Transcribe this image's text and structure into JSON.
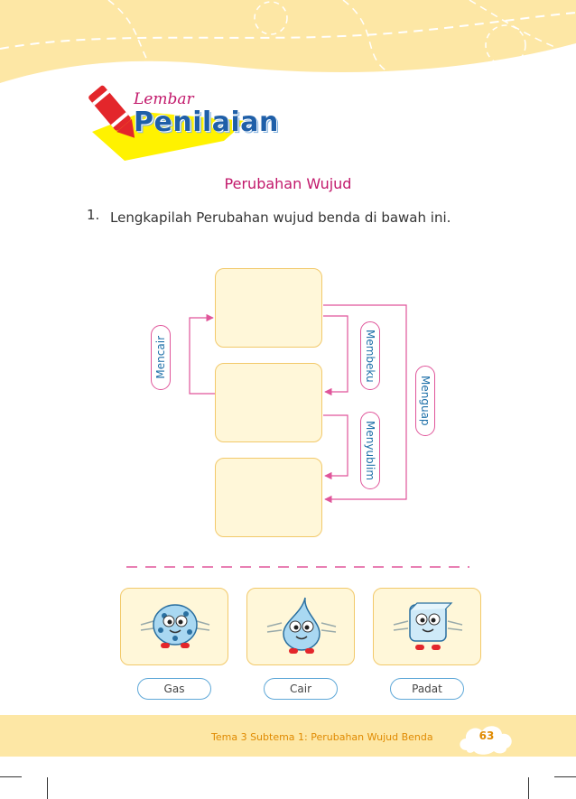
{
  "logo": {
    "small": "Lembar",
    "big": "Penilaian"
  },
  "title": "Perubahan Wujud",
  "question": {
    "number": "1.",
    "text": "Lengkapilah Perubahan wujud benda di bawah ini."
  },
  "diagram": {
    "labels": {
      "mencair": "Mencair",
      "membeku": "Membeku",
      "menyublim": "Menyublim",
      "menguap": "Menguap"
    }
  },
  "options": [
    {
      "label": "Gas"
    },
    {
      "label": "Cair"
    },
    {
      "label": "Padat"
    }
  ],
  "footer": {
    "text": "Tema 3 Subtema 1: Perubahan Wujud Benda",
    "page": "63"
  },
  "colors": {
    "accent_pink": "#c2186b",
    "box_fill": "#fff7d9",
    "box_border": "#f2c96a",
    "band": "#fde7a5",
    "label_blue": "#1d6fa8"
  }
}
